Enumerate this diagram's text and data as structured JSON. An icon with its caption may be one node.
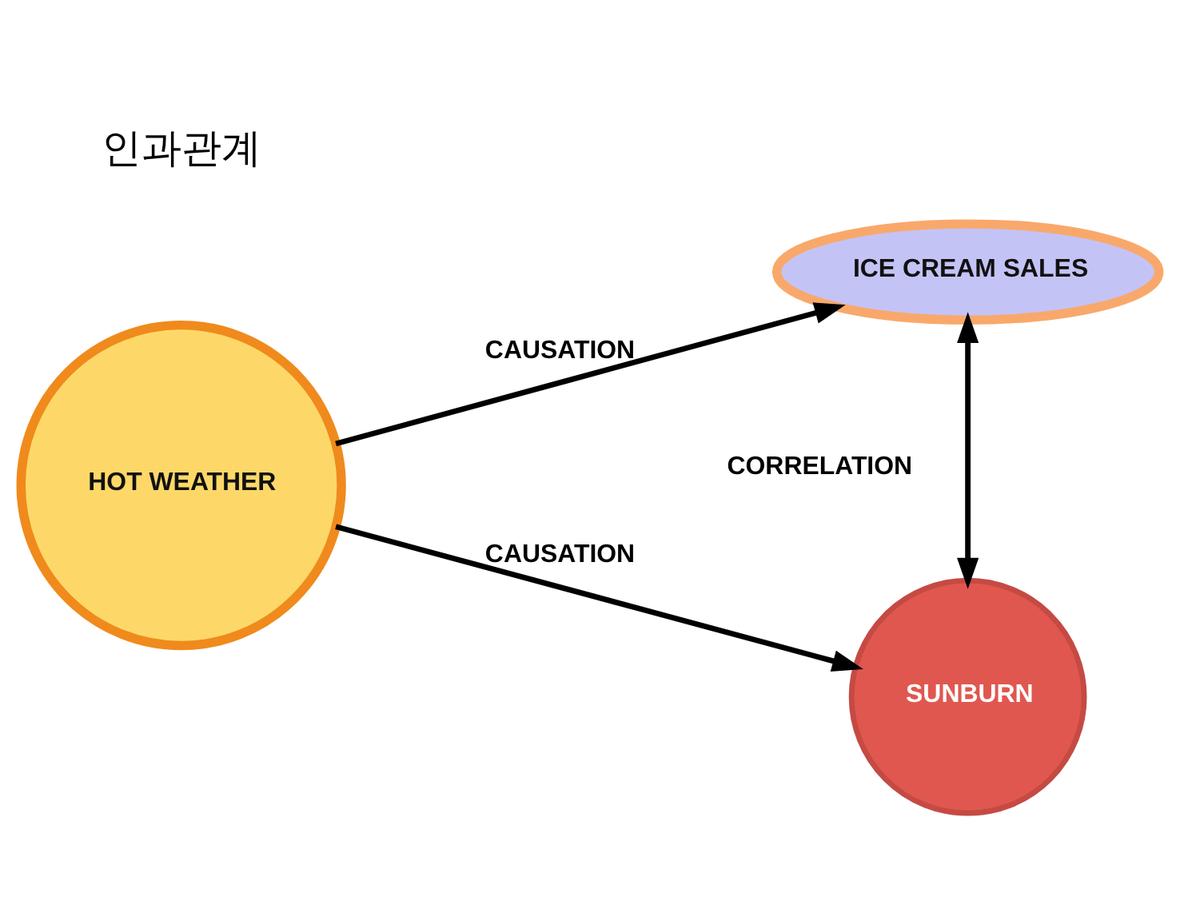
{
  "diagram": {
    "nodes": [
      {
        "text": [
          "HOT WEATHER"
        ]
      },
      {
        "text": [
          "ICE CREAM SALES"
        ]
      },
      {
        "text": [
          "SUNBURN"
        ]
      }
    ],
    "edges": [
      {
        "from": 0,
        "to": 1,
        "arrow": "to",
        "label": "CAUSATION"
      },
      {
        "from": 0,
        "to": 2,
        "arrow": "to",
        "label": "CAUSATION"
      },
      {
        "from": 1,
        "to": 2,
        "arrow": "both",
        "label": "CORRELATION"
      }
    ],
    "labels": [
      "인과관계"
    ]
  }
}
